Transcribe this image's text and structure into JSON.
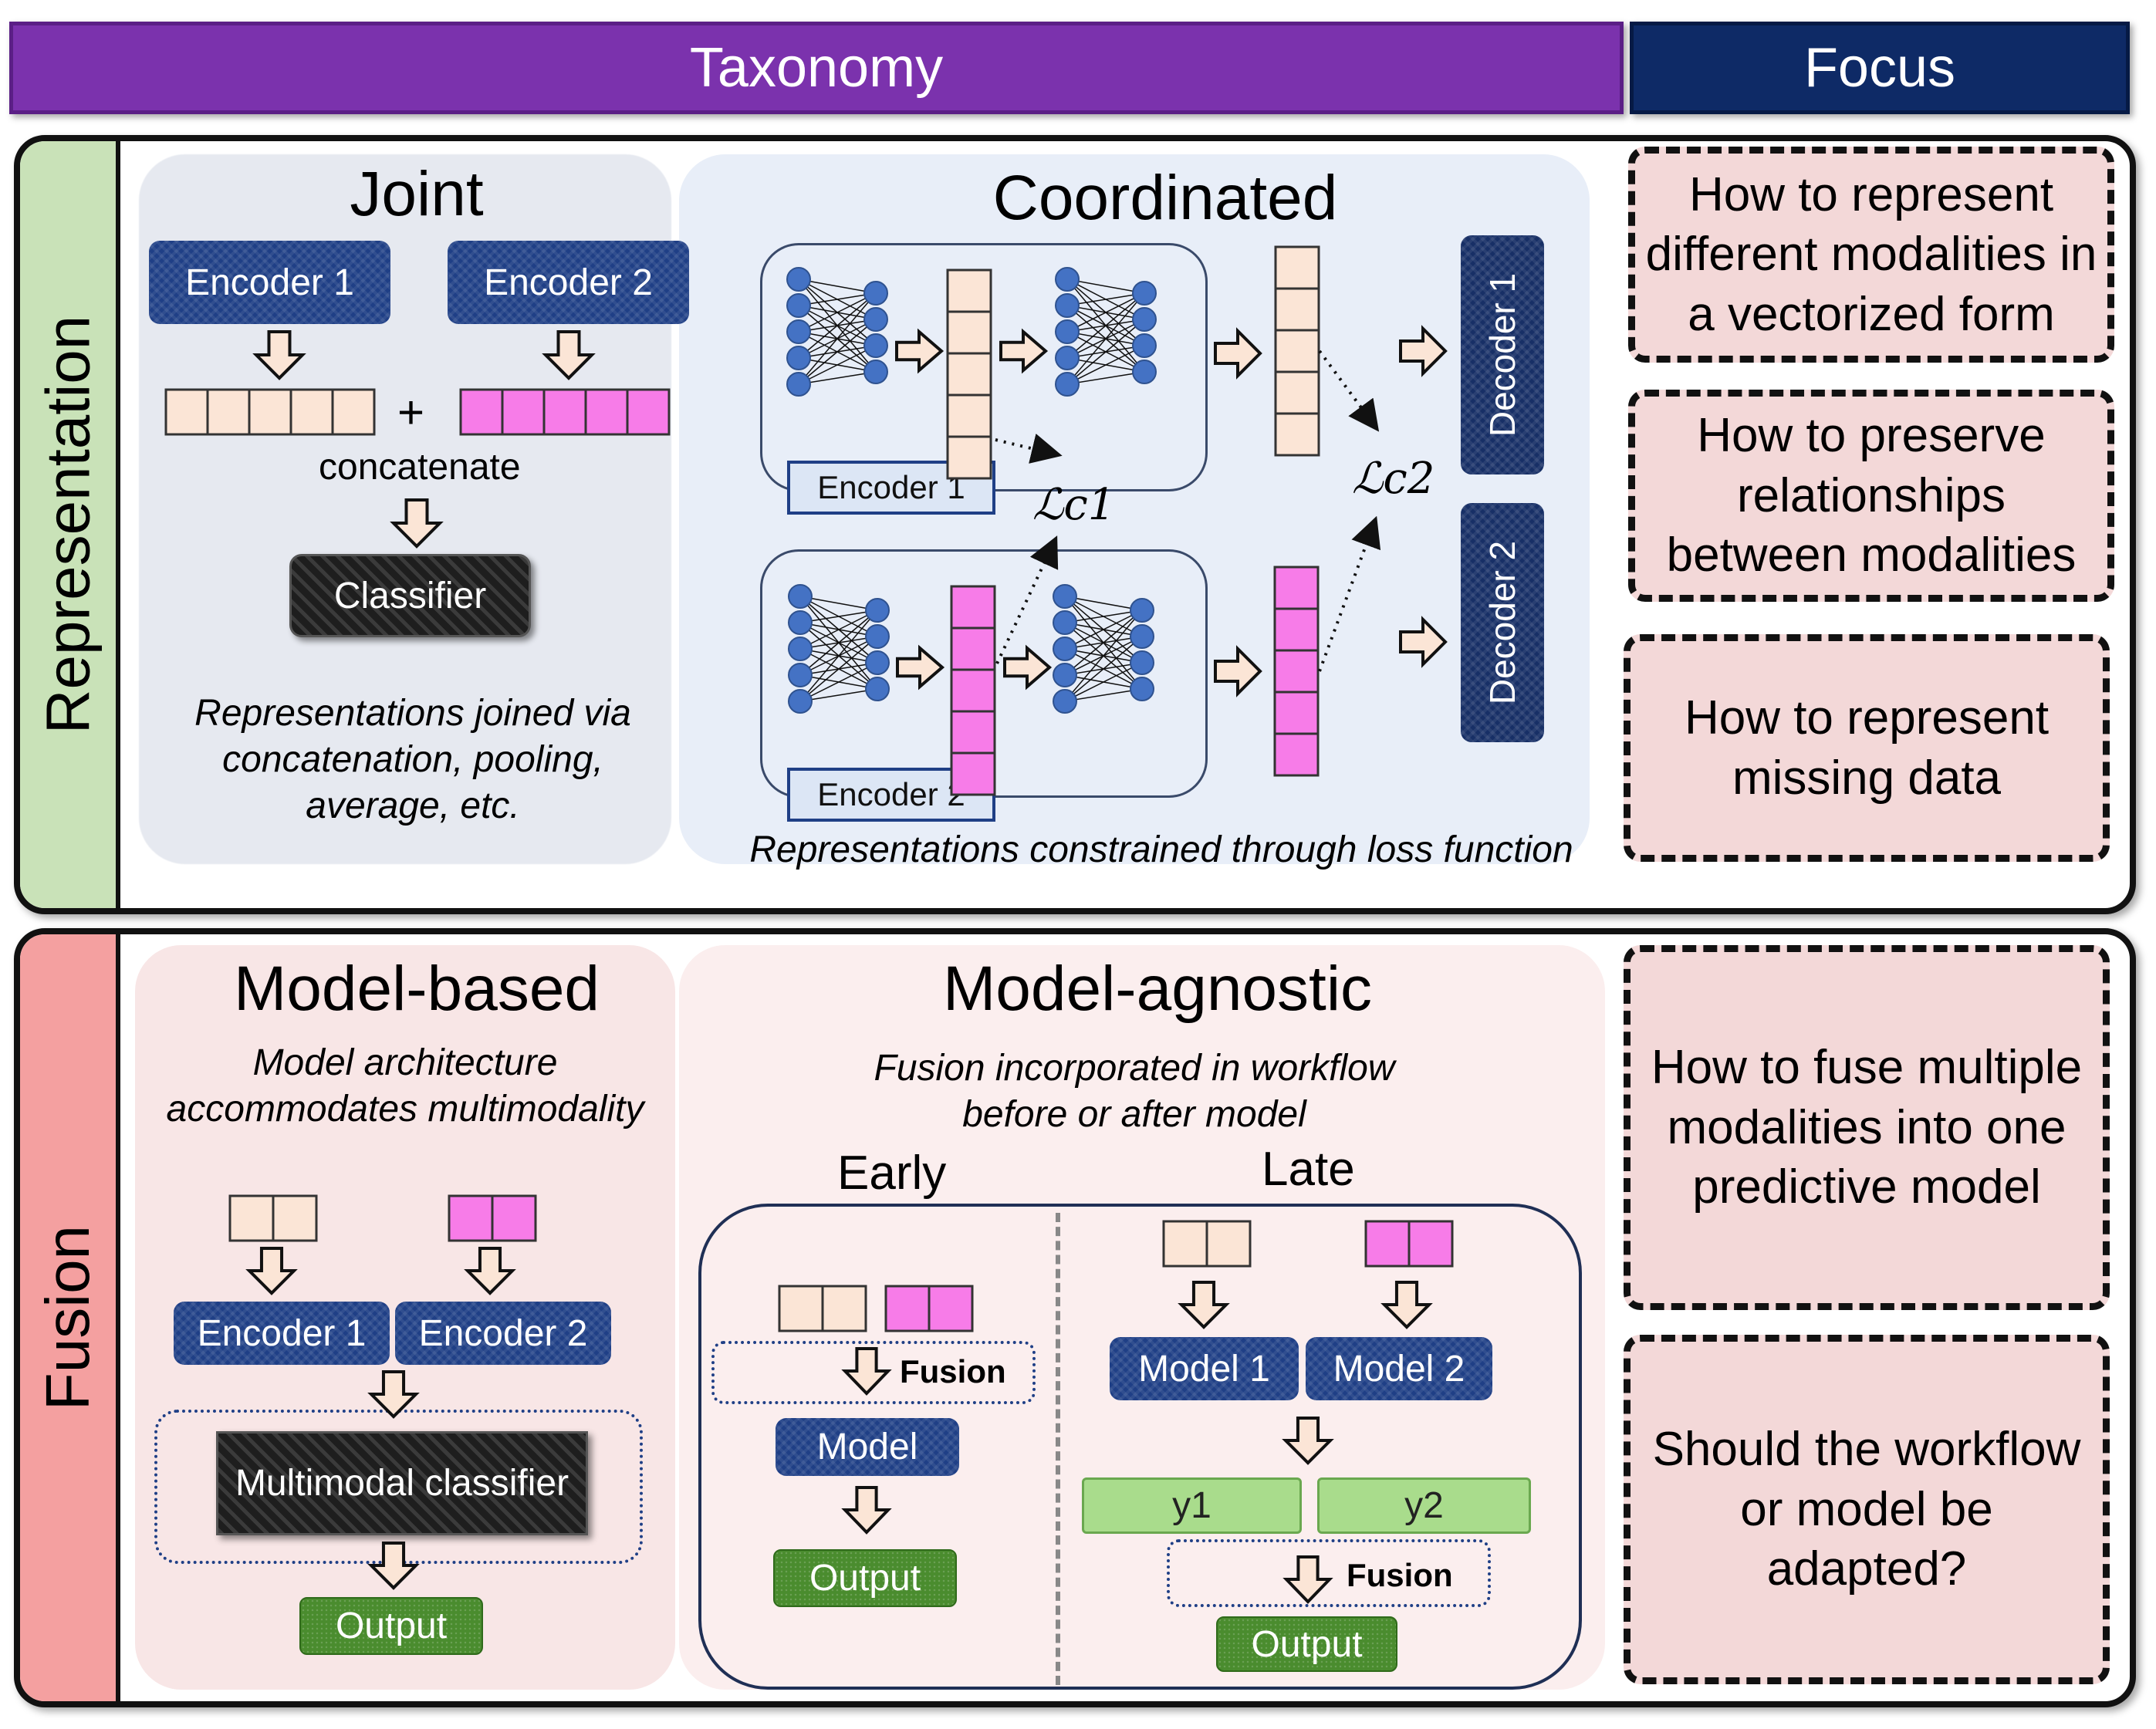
{
  "header": {
    "taxonomy": "Taxonomy",
    "focus": "Focus"
  },
  "representation": {
    "side_label": "Representation",
    "joint": {
      "title": "Joint",
      "encoder1": "Encoder 1",
      "encoder2": "Encoder 2",
      "plus": "+",
      "concatenate": "concatenate",
      "classifier": "Classifier",
      "caption_lines": [
        "Representations joined via",
        "concatenation, pooling,",
        "average, etc."
      ]
    },
    "coordinated": {
      "title": "Coordinated",
      "encoder1": "Encoder 1",
      "encoder2": "Encoder 2",
      "decoder1": "Decoder 1",
      "decoder2": "Decoder 2",
      "loss1": "ℒc1",
      "loss2": "ℒc2",
      "caption": "Representations constrained through loss function"
    },
    "focus": [
      "How to represent different modalities in a vectorized form",
      "How to preserve relationships between modalities",
      "How to represent missing data"
    ]
  },
  "fusion": {
    "side_label": "Fusion",
    "model_based": {
      "title": "Model-based",
      "caption_lines": [
        "Model architecture",
        "accommodates multimodality"
      ],
      "encoder1": "Encoder 1",
      "encoder2": "Encoder 2",
      "classifier": "Multimodal classifier",
      "output": "Output"
    },
    "model_agnostic": {
      "title": "Model-agnostic",
      "caption_lines": [
        "Fusion incorporated in workflow",
        "before or after model"
      ],
      "early": {
        "label": "Early",
        "fusion": "Fusion",
        "model": "Model",
        "output": "Output"
      },
      "late": {
        "label": "Late",
        "model1": "Model 1",
        "model2": "Model 2",
        "y1": "y1",
        "y2": "y2",
        "fusion": "Fusion",
        "output": "Output"
      }
    },
    "focus": [
      "How to fuse multiple modalities into one predictive model",
      "Should the workflow or model be adapted?"
    ]
  },
  "colors": {
    "taxonomy_header": "#7b32ad",
    "focus_header": "#0e2a66",
    "representation_side": "#c9e2b8",
    "fusion_side": "#f4a0a0",
    "modality1": "#fbe5d6",
    "modality2": "#f77ce8",
    "encoder": "#1f3f86",
    "output": "#4a8c2e",
    "focus_box": "#f3d8d8"
  }
}
